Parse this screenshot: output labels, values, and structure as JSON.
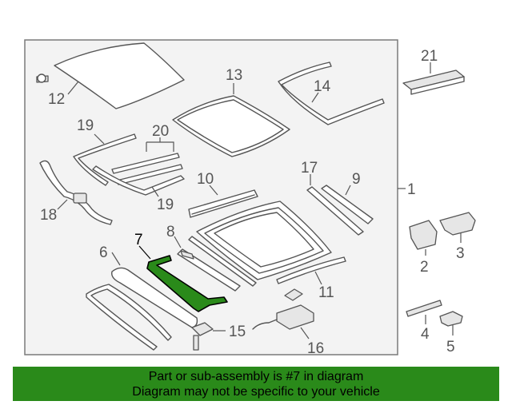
{
  "diagram": {
    "callouts": [
      "1",
      "2",
      "3",
      "4",
      "5",
      "6",
      "7",
      "8",
      "9",
      "10",
      "11",
      "12",
      "13",
      "14",
      "15",
      "16",
      "17",
      "18",
      "19",
      "19",
      "20",
      "21"
    ],
    "highlighted_part": "7",
    "highlight_color": "#2a8a1a"
  },
  "notice": {
    "line1": "Part or sub-assembly is #7 in diagram",
    "line2": "Diagram may not be specific to your vehicle",
    "background": "#2a8a1a"
  }
}
